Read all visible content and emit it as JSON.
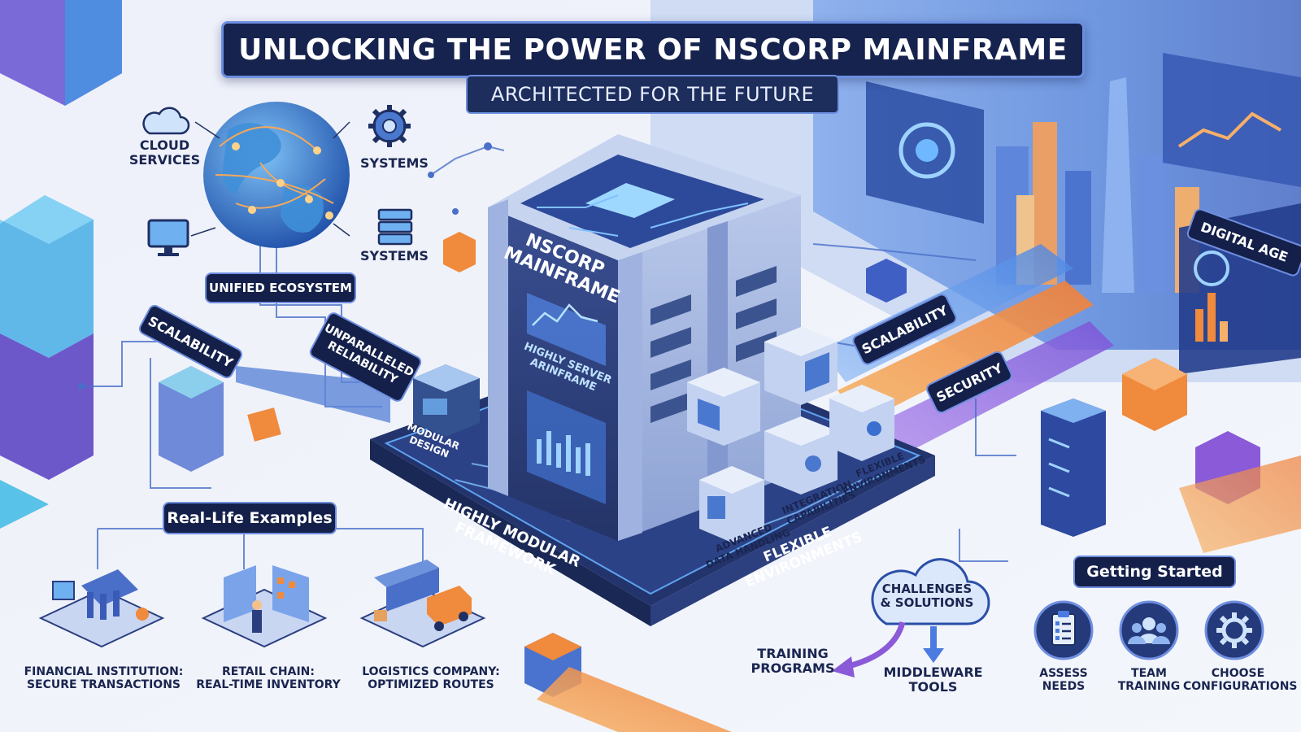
{
  "title": "UNLOCKING THE POWER OF NSCORP MAINFRAME",
  "subtitle": "ARCHITECTED FOR THE FUTURE",
  "ecosystem": {
    "cloud_label_1": "CLOUD",
    "cloud_label_2": "SERVICES",
    "systems_top": "SYSTEMS",
    "systems_bottom": "SYSTEMS",
    "badge": "UNIFIED ECOSYSTEM"
  },
  "left_tags": {
    "scalability": "SCALABILITY",
    "reliability_1": "UNPARALLELED",
    "reliability_2": "RELIABILITY"
  },
  "mainframe": {
    "name_1": "NSCORP",
    "name_2": "MAINFRAME",
    "screen_1": "HIGHLY SERVER",
    "screen_2": "ARINFRAME",
    "modular_1": "MODULAR",
    "modular_2": "DESIGN",
    "platform_front": "HIGHLY MODULAR FRAMEWORK",
    "platform_side": "FLEXIBLE ENVIRONMENTS",
    "advanced_1": "ADVANCED",
    "advanced_2": "DATA HANDLING",
    "integration_1": "INTEGRATION",
    "integration_2": "CAPABILITIES",
    "flexible_1": "FLEXIBLE",
    "flexible_2": "ENVIRONMENTS"
  },
  "right_tags": {
    "scalability": "SCALABILITY",
    "security": "SECURITY",
    "digital_age": "DIGITAL AGE"
  },
  "examples": {
    "header": "Real-Life Examples",
    "items": [
      {
        "line1": "FINANCIAL INSTITUTION:",
        "line2": "SECURE TRANSACTIONS"
      },
      {
        "line1": "RETAIL CHAIN:",
        "line2": "REAL-TIME INVENTORY"
      },
      {
        "line1": "LOGISTICS COMPANY:",
        "line2": "OPTIMIZED ROUTES"
      }
    ]
  },
  "challenges": {
    "cloud_1": "CHALLENGES",
    "cloud_2": "& SOLUTIONS",
    "training_1": "TRAINING",
    "training_2": "PROGRAMS",
    "middleware_1": "MIDDLEWARE",
    "middleware_2": "TOOLS"
  },
  "getting_started": {
    "header": "Getting Started",
    "steps": [
      {
        "line1": "ASSESS",
        "line2": "NEEDS",
        "icon": "clipboard-icon"
      },
      {
        "line1": "TEAM",
        "line2": "TRAINING",
        "icon": "team-icon"
      },
      {
        "line1": "CHOOSE",
        "line2": "CONFIGURATIONS",
        "icon": "gear-icon"
      }
    ]
  },
  "colors": {
    "navy": "#16234e",
    "accent_blue": "#4a7be0",
    "orange": "#f08a3c",
    "purple": "#8a5ad8"
  }
}
